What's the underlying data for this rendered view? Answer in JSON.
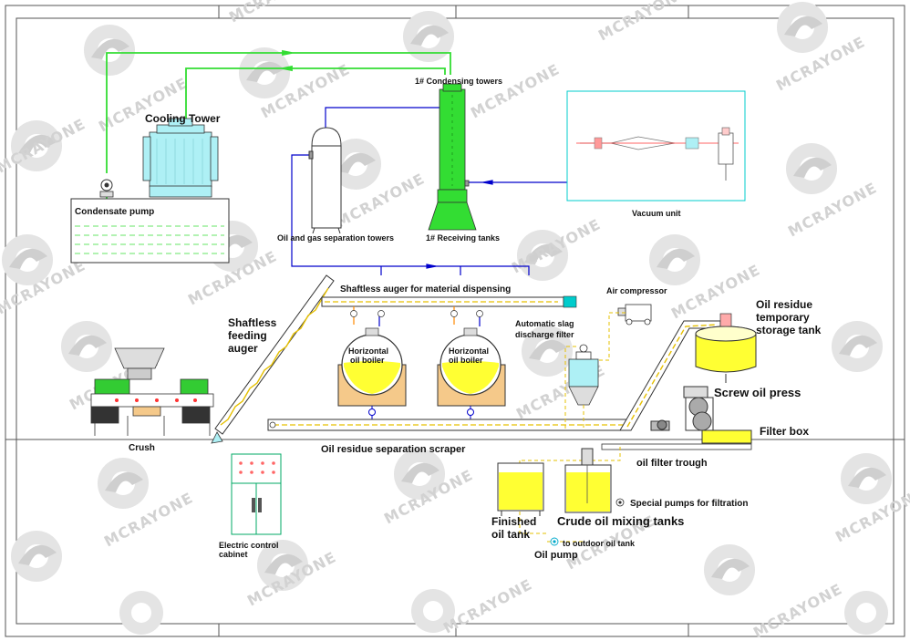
{
  "watermark": "MCRAYONE",
  "colors": {
    "green_pipe": "#33dd33",
    "blue_pipe": "#0000cc",
    "oil_yellow": "#ffff33",
    "outline": "#333333",
    "tan": "#f5c98a",
    "cyan_tower": "#aef0f5",
    "gray_machine": "#c8c8c8"
  },
  "labels": {
    "condensing_towers": "1# Condensing towers",
    "cooling_tower": "Cooling Tower",
    "condensate_pump": "Condensate pump",
    "oil_gas_sep_l1": "Oil and gas separation towers",
    "receiving_tanks": "1# Receiving tanks",
    "vacuum_unit": "Vacuum unit",
    "shaftless_dispensing": "Shaftless auger for material dispensing",
    "air_compressor": "Air compressor",
    "oil_residue_l1": "Oil residue",
    "oil_residue_l2": "temporary",
    "oil_residue_l3": "storage tank",
    "shaftless_feeding_l1": "Shaftless",
    "shaftless_feeding_l2": "feeding",
    "shaftless_feeding_l3": "auger",
    "auto_slag_l1": "Automatic slag",
    "auto_slag_l2": "discharge filter",
    "boiler1_l1": "Horizontal",
    "boiler1_l2": "oil boiler",
    "boiler2_l1": "Horizontal",
    "boiler2_l2": "oil boiler",
    "screw_press": "Screw oil press",
    "filter_box": "Filter box",
    "crush": "Crush",
    "scraper": "Oil residue separation scraper",
    "filter_trough": "oil filter trough",
    "special_pumps": "Special pumps for filtration",
    "finished_l1": "Finished",
    "finished_l2": "oil tank",
    "crude_mixing": "Crude oil mixing tanks",
    "outdoor_tank": "to outdoor oil tank",
    "oil_pump": "Oil pump",
    "electric_l1": "Electric control",
    "electric_l2": "cabinet"
  }
}
